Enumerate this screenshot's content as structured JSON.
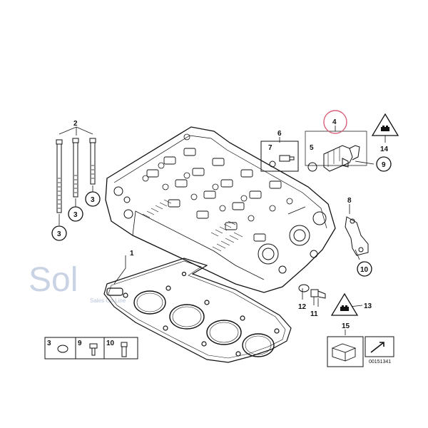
{
  "diagram": {
    "callouts": [
      "1",
      "2",
      "3",
      "4",
      "5",
      "6",
      "7",
      "8",
      "9",
      "10",
      "11",
      "12",
      "13",
      "14",
      "15"
    ],
    "bottom_legend": [
      "3",
      "9",
      "10"
    ],
    "circled_labels": [
      "3",
      "3",
      "9",
      "10"
    ],
    "ref_code": "00151341"
  },
  "watermark": {
    "text": "Sol",
    "subtitle": "Sales On Line"
  },
  "colors": {
    "highlight_ring": "#d9607a",
    "line": "#111111",
    "watermark": "#c9d3e4"
  }
}
